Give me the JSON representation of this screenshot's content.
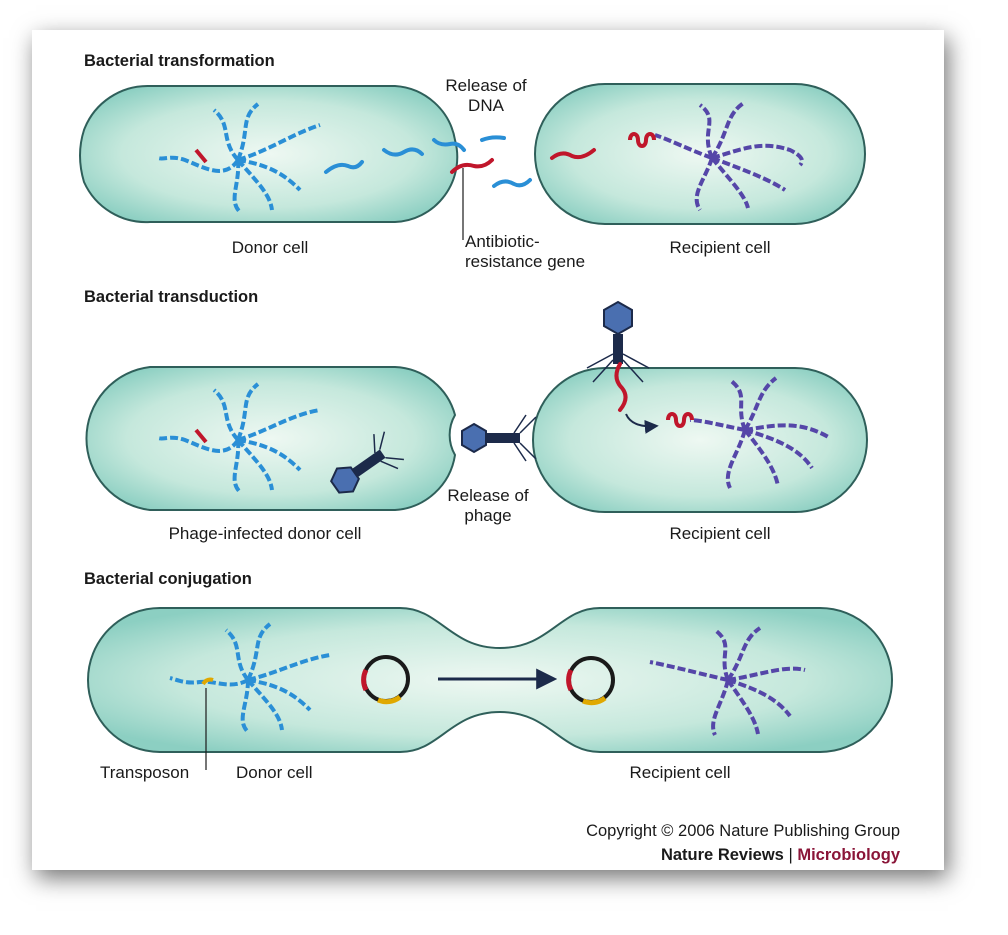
{
  "colors": {
    "cell_fill_center": "#e9f6ef",
    "cell_fill_edge": "#8fd0c4",
    "cell_outline": "#2f5f5a",
    "donor_dna": "#2a8fd6",
    "recipient_dna": "#5546a8",
    "resistance_gene": "#c0162b",
    "phage": "#1c2a4a",
    "transposon": "#e0a800",
    "journal_accent": "#8a1538"
  },
  "panels": {
    "transformation": {
      "heading": "Bacterial transformation",
      "release_label": "Release of\nDNA",
      "gene_label": "Antibiotic-\nresistance gene",
      "donor_label": "Donor cell",
      "recipient_label": "Recipient cell"
    },
    "transduction": {
      "heading": "Bacterial transduction",
      "release_label": "Release of\nphage",
      "donor_label": "Phage-infected donor cell",
      "recipient_label": "Recipient cell"
    },
    "conjugation": {
      "heading": "Bacterial conjugation",
      "transposon_label": "Transposon",
      "donor_label": "Donor cell",
      "recipient_label": "Recipient cell"
    }
  },
  "credit": {
    "copyright": "Copyright © 2006 Nature Publishing Group",
    "journal": "Nature Reviews",
    "separator": " | ",
    "subject": "Microbiology"
  }
}
